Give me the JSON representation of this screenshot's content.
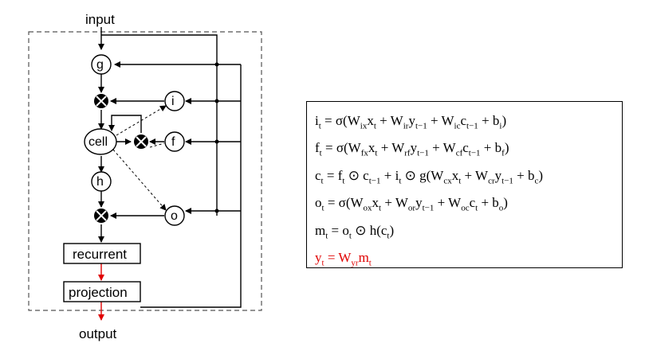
{
  "diagram": {
    "input_label": "input",
    "output_label": "output",
    "nodes": {
      "g": "g",
      "cell": "cell",
      "h": "h",
      "i": "i",
      "f": "f",
      "o": "o"
    },
    "boxes": {
      "recurrent": "recurrent",
      "projection": "projection"
    }
  },
  "equations": [
    {
      "lhs": "i",
      "lsub": "t",
      "parts": [
        [
          "σ(W",
          ""
        ],
        [
          "ix",
          "sub"
        ],
        [
          "x",
          ""
        ],
        [
          "t",
          "sub"
        ],
        [
          " + W",
          ""
        ],
        [
          "ir",
          "sub"
        ],
        [
          "y",
          ""
        ],
        [
          "t−1",
          "sub"
        ],
        [
          " + W",
          ""
        ],
        [
          "ic",
          "sub"
        ],
        [
          "c",
          ""
        ],
        [
          "t−1",
          "sub"
        ],
        [
          " + b",
          ""
        ],
        [
          "i",
          "sub"
        ],
        [
          ")",
          ""
        ]
      ]
    },
    {
      "lhs": "f",
      "lsub": "t",
      "parts": [
        [
          "σ(W",
          ""
        ],
        [
          "fx",
          "sub"
        ],
        [
          "x",
          ""
        ],
        [
          "t",
          "sub"
        ],
        [
          " + W",
          ""
        ],
        [
          "rf",
          "sub"
        ],
        [
          "y",
          ""
        ],
        [
          "t−1",
          "sub"
        ],
        [
          " + W",
          ""
        ],
        [
          "cf",
          "sub"
        ],
        [
          "c",
          ""
        ],
        [
          "t−1",
          "sub"
        ],
        [
          " + b",
          ""
        ],
        [
          "f",
          "sub"
        ],
        [
          ")",
          ""
        ]
      ]
    },
    {
      "lhs": "c",
      "lsub": "t",
      "parts": [
        [
          "f",
          ""
        ],
        [
          "t",
          "sub"
        ],
        [
          " ⊙ c",
          ""
        ],
        [
          "t−1",
          "sub"
        ],
        [
          " + i",
          ""
        ],
        [
          "t",
          "sub"
        ],
        [
          " ⊙ g(W",
          ""
        ],
        [
          "cx",
          "sub"
        ],
        [
          "x",
          ""
        ],
        [
          "t",
          "sub"
        ],
        [
          " + W",
          ""
        ],
        [
          "cr",
          "sub"
        ],
        [
          "y",
          ""
        ],
        [
          "t−1",
          "sub"
        ],
        [
          " + b",
          ""
        ],
        [
          "c",
          "sub"
        ],
        [
          ")",
          ""
        ]
      ]
    },
    {
      "lhs": "o",
      "lsub": "t",
      "parts": [
        [
          "σ(W",
          ""
        ],
        [
          "ox",
          "sub"
        ],
        [
          "x",
          ""
        ],
        [
          "t",
          "sub"
        ],
        [
          " + W",
          ""
        ],
        [
          "or",
          "sub"
        ],
        [
          "y",
          ""
        ],
        [
          "t−1",
          "sub"
        ],
        [
          " + W",
          ""
        ],
        [
          "oc",
          "sub"
        ],
        [
          "c",
          ""
        ],
        [
          "t",
          "sub"
        ],
        [
          " + b",
          ""
        ],
        [
          "o",
          "sub"
        ],
        [
          ")",
          ""
        ]
      ]
    },
    {
      "lhs": "m",
      "lsub": "t",
      "parts": [
        [
          "o",
          ""
        ],
        [
          "t",
          "sub"
        ],
        [
          " ⊙ h(c",
          ""
        ],
        [
          "t",
          "sub"
        ],
        [
          ")",
          ""
        ]
      ]
    },
    {
      "lhs": "y",
      "lsub": "t",
      "red": true,
      "parts": [
        [
          "W",
          ""
        ],
        [
          "yr",
          "sub"
        ],
        [
          "m",
          ""
        ],
        [
          "t",
          "sub"
        ]
      ]
    }
  ]
}
